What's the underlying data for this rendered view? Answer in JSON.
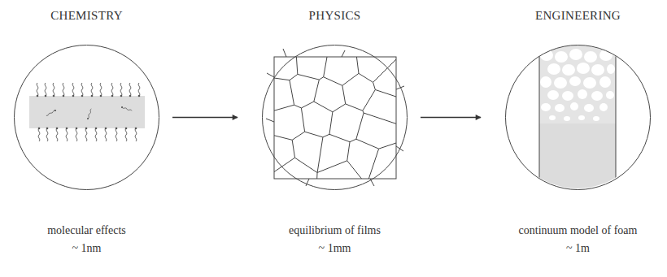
{
  "diagram": {
    "nodes": [
      {
        "text": [
          "CHEMISTRY",
          "molecular effects",
          "~ 1nm"
        ]
      },
      {
        "text": [
          "PHYSICS",
          "equilibrium of films",
          "~ 1mm"
        ]
      },
      {
        "text": [
          "ENGINEERING",
          "continuum model of foam",
          "~ 1m"
        ]
      }
    ],
    "edges": [
      {
        "from": 0,
        "to": 1,
        "arrow": "to"
      },
      {
        "from": 1,
        "to": 2,
        "arrow": "to"
      }
    ]
  }
}
